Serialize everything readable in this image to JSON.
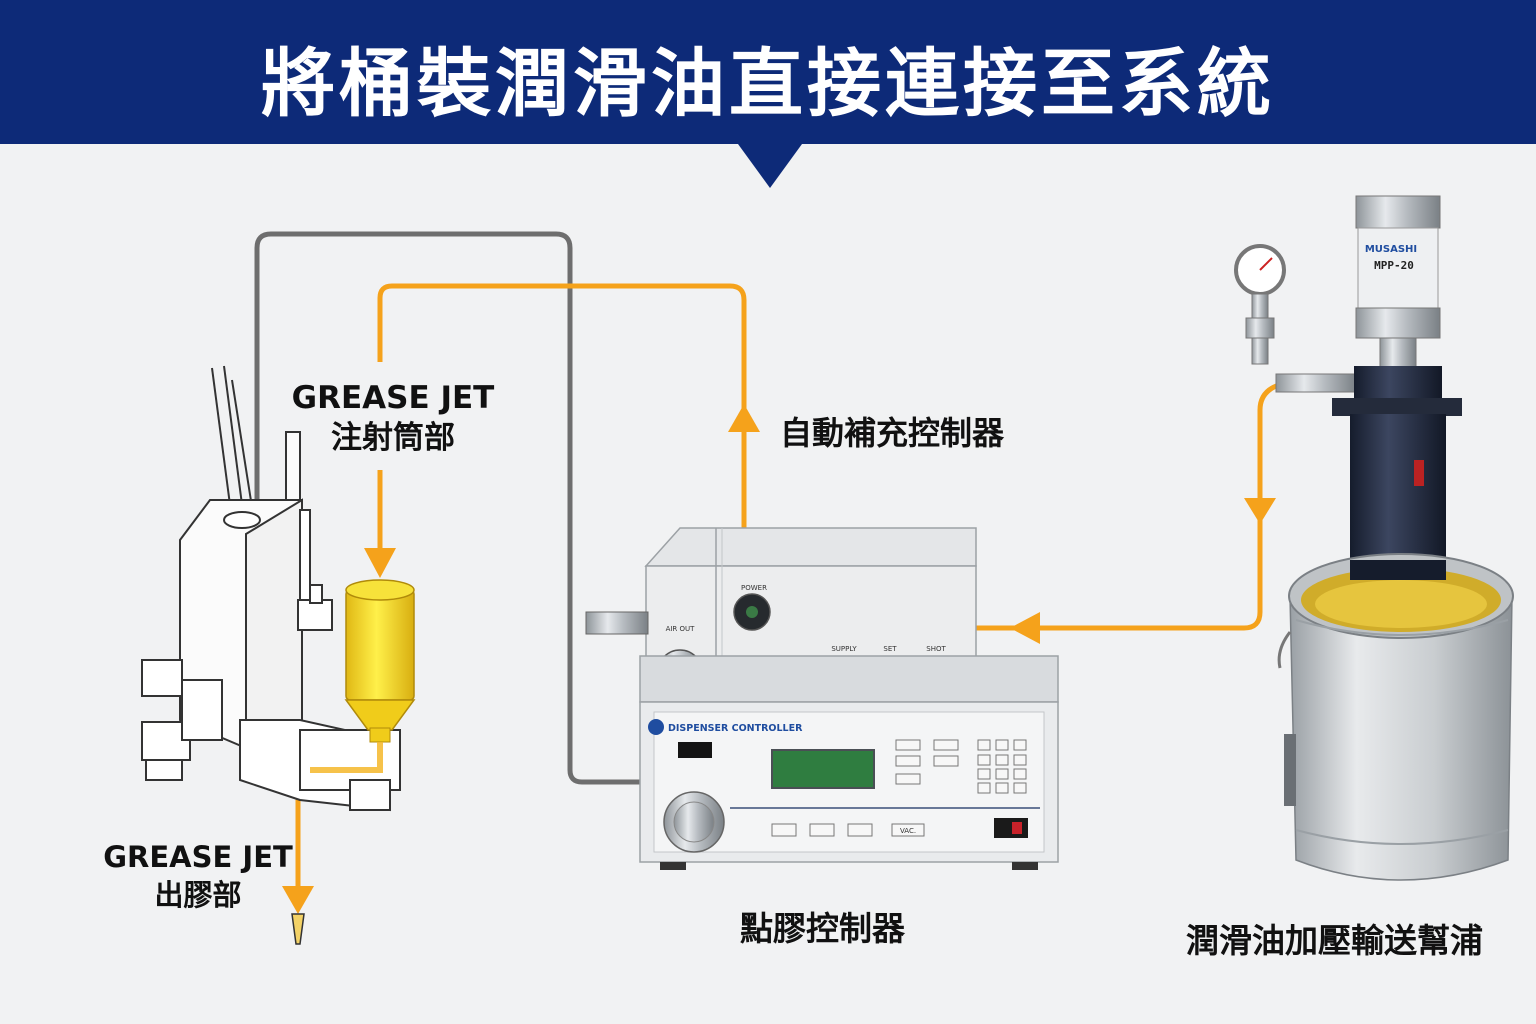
{
  "header": {
    "title": "將桶裝潤滑油直接連接至系統",
    "background_color": "#0d2a78"
  },
  "labels": {
    "grease_jet_syringe_line1": "GREASE JET",
    "grease_jet_syringe_line2": "注射筒部",
    "auto_refill_controller": "自動補充控制器",
    "grease_jet_outlet_line1": "GREASE JET",
    "grease_jet_outlet_line2": "出膠部",
    "dispense_controller": "點膠控制器",
    "lube_pressure_pump": "潤滑油加壓輸送幫浦"
  },
  "refill_unit": {
    "power_label": "POWER",
    "air_out_label": "AIR OUT",
    "supply_label": "SUPPLY",
    "set_label": "SET",
    "shot_label": "SHOT"
  },
  "dispenser": {
    "brand_label": "DISPENSER CONTROLLER",
    "vac_label": "VAC."
  },
  "pump": {
    "brand": "MUSASHI",
    "model": "MPP-20"
  },
  "colors": {
    "flow_arrow": "#f5a21b",
    "air_line": "#6e6e6e",
    "syringe_yellow": "#f2d31b"
  }
}
